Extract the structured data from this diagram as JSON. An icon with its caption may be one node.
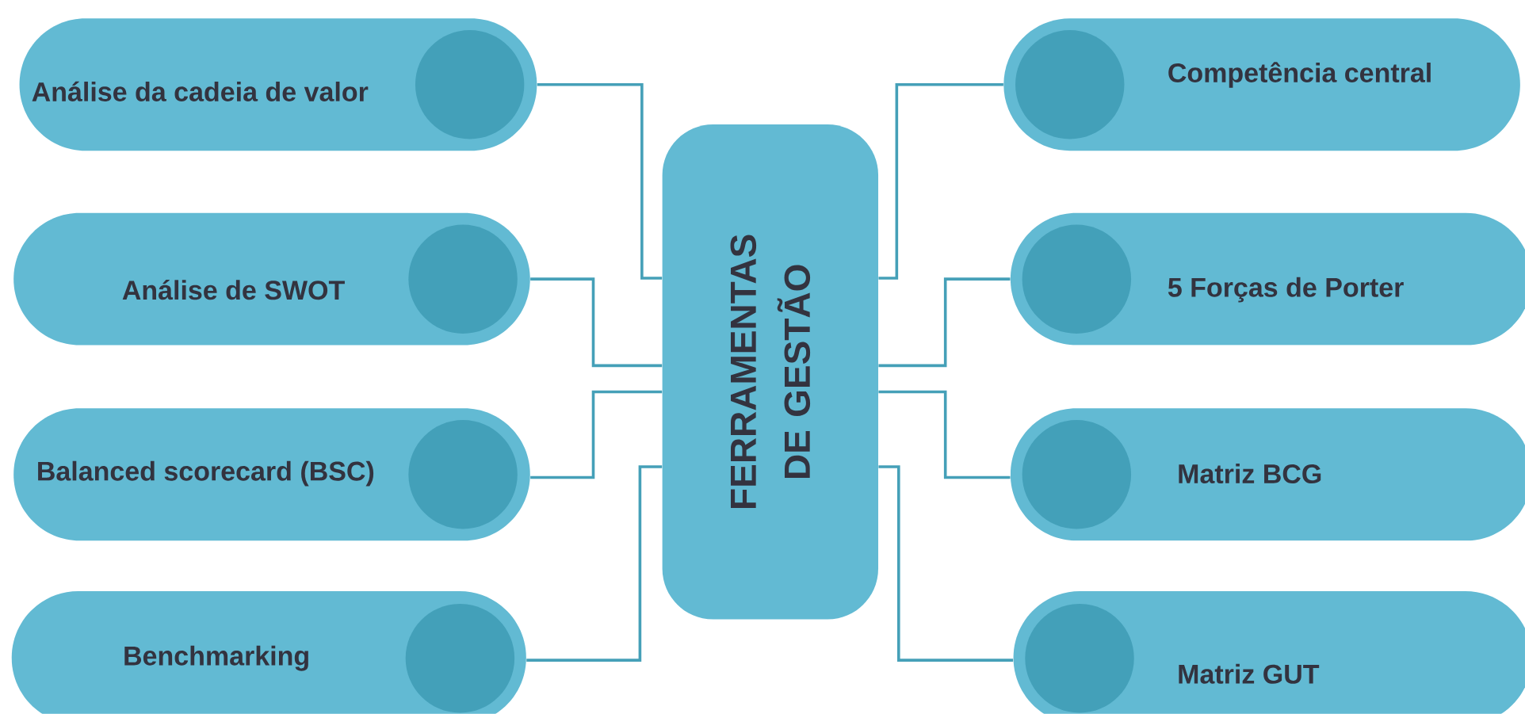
{
  "diagram": {
    "nodes": [
      {
        "text": [
          "Análise da cadeia de valor"
        ]
      },
      {
        "text": [
          "Análise de SWOT"
        ]
      },
      {
        "text": [
          "Balanced scorecard (BSC)"
        ]
      },
      {
        "text": [
          "Benchmarking"
        ]
      },
      {
        "text": [
          "FERRAMENTAS DE GESTÃO"
        ]
      },
      {
        "text": [
          "Competência central"
        ]
      },
      {
        "text": [
          "5 Forças de Porter"
        ]
      },
      {
        "text": [
          "Matriz BCG"
        ]
      },
      {
        "text": [
          "Matriz GUT"
        ]
      }
    ],
    "edges": [
      {
        "from": 0,
        "to": 4,
        "arrow": "none"
      },
      {
        "from": 1,
        "to": 4,
        "arrow": "none"
      },
      {
        "from": 2,
        "to": 4,
        "arrow": "none"
      },
      {
        "from": 3,
        "to": 4,
        "arrow": "none"
      },
      {
        "from": 5,
        "to": 4,
        "arrow": "none"
      },
      {
        "from": 6,
        "to": 4,
        "arrow": "none"
      },
      {
        "from": 7,
        "to": 4,
        "arrow": "none"
      },
      {
        "from": 8,
        "to": 4,
        "arrow": "none"
      }
    ]
  }
}
